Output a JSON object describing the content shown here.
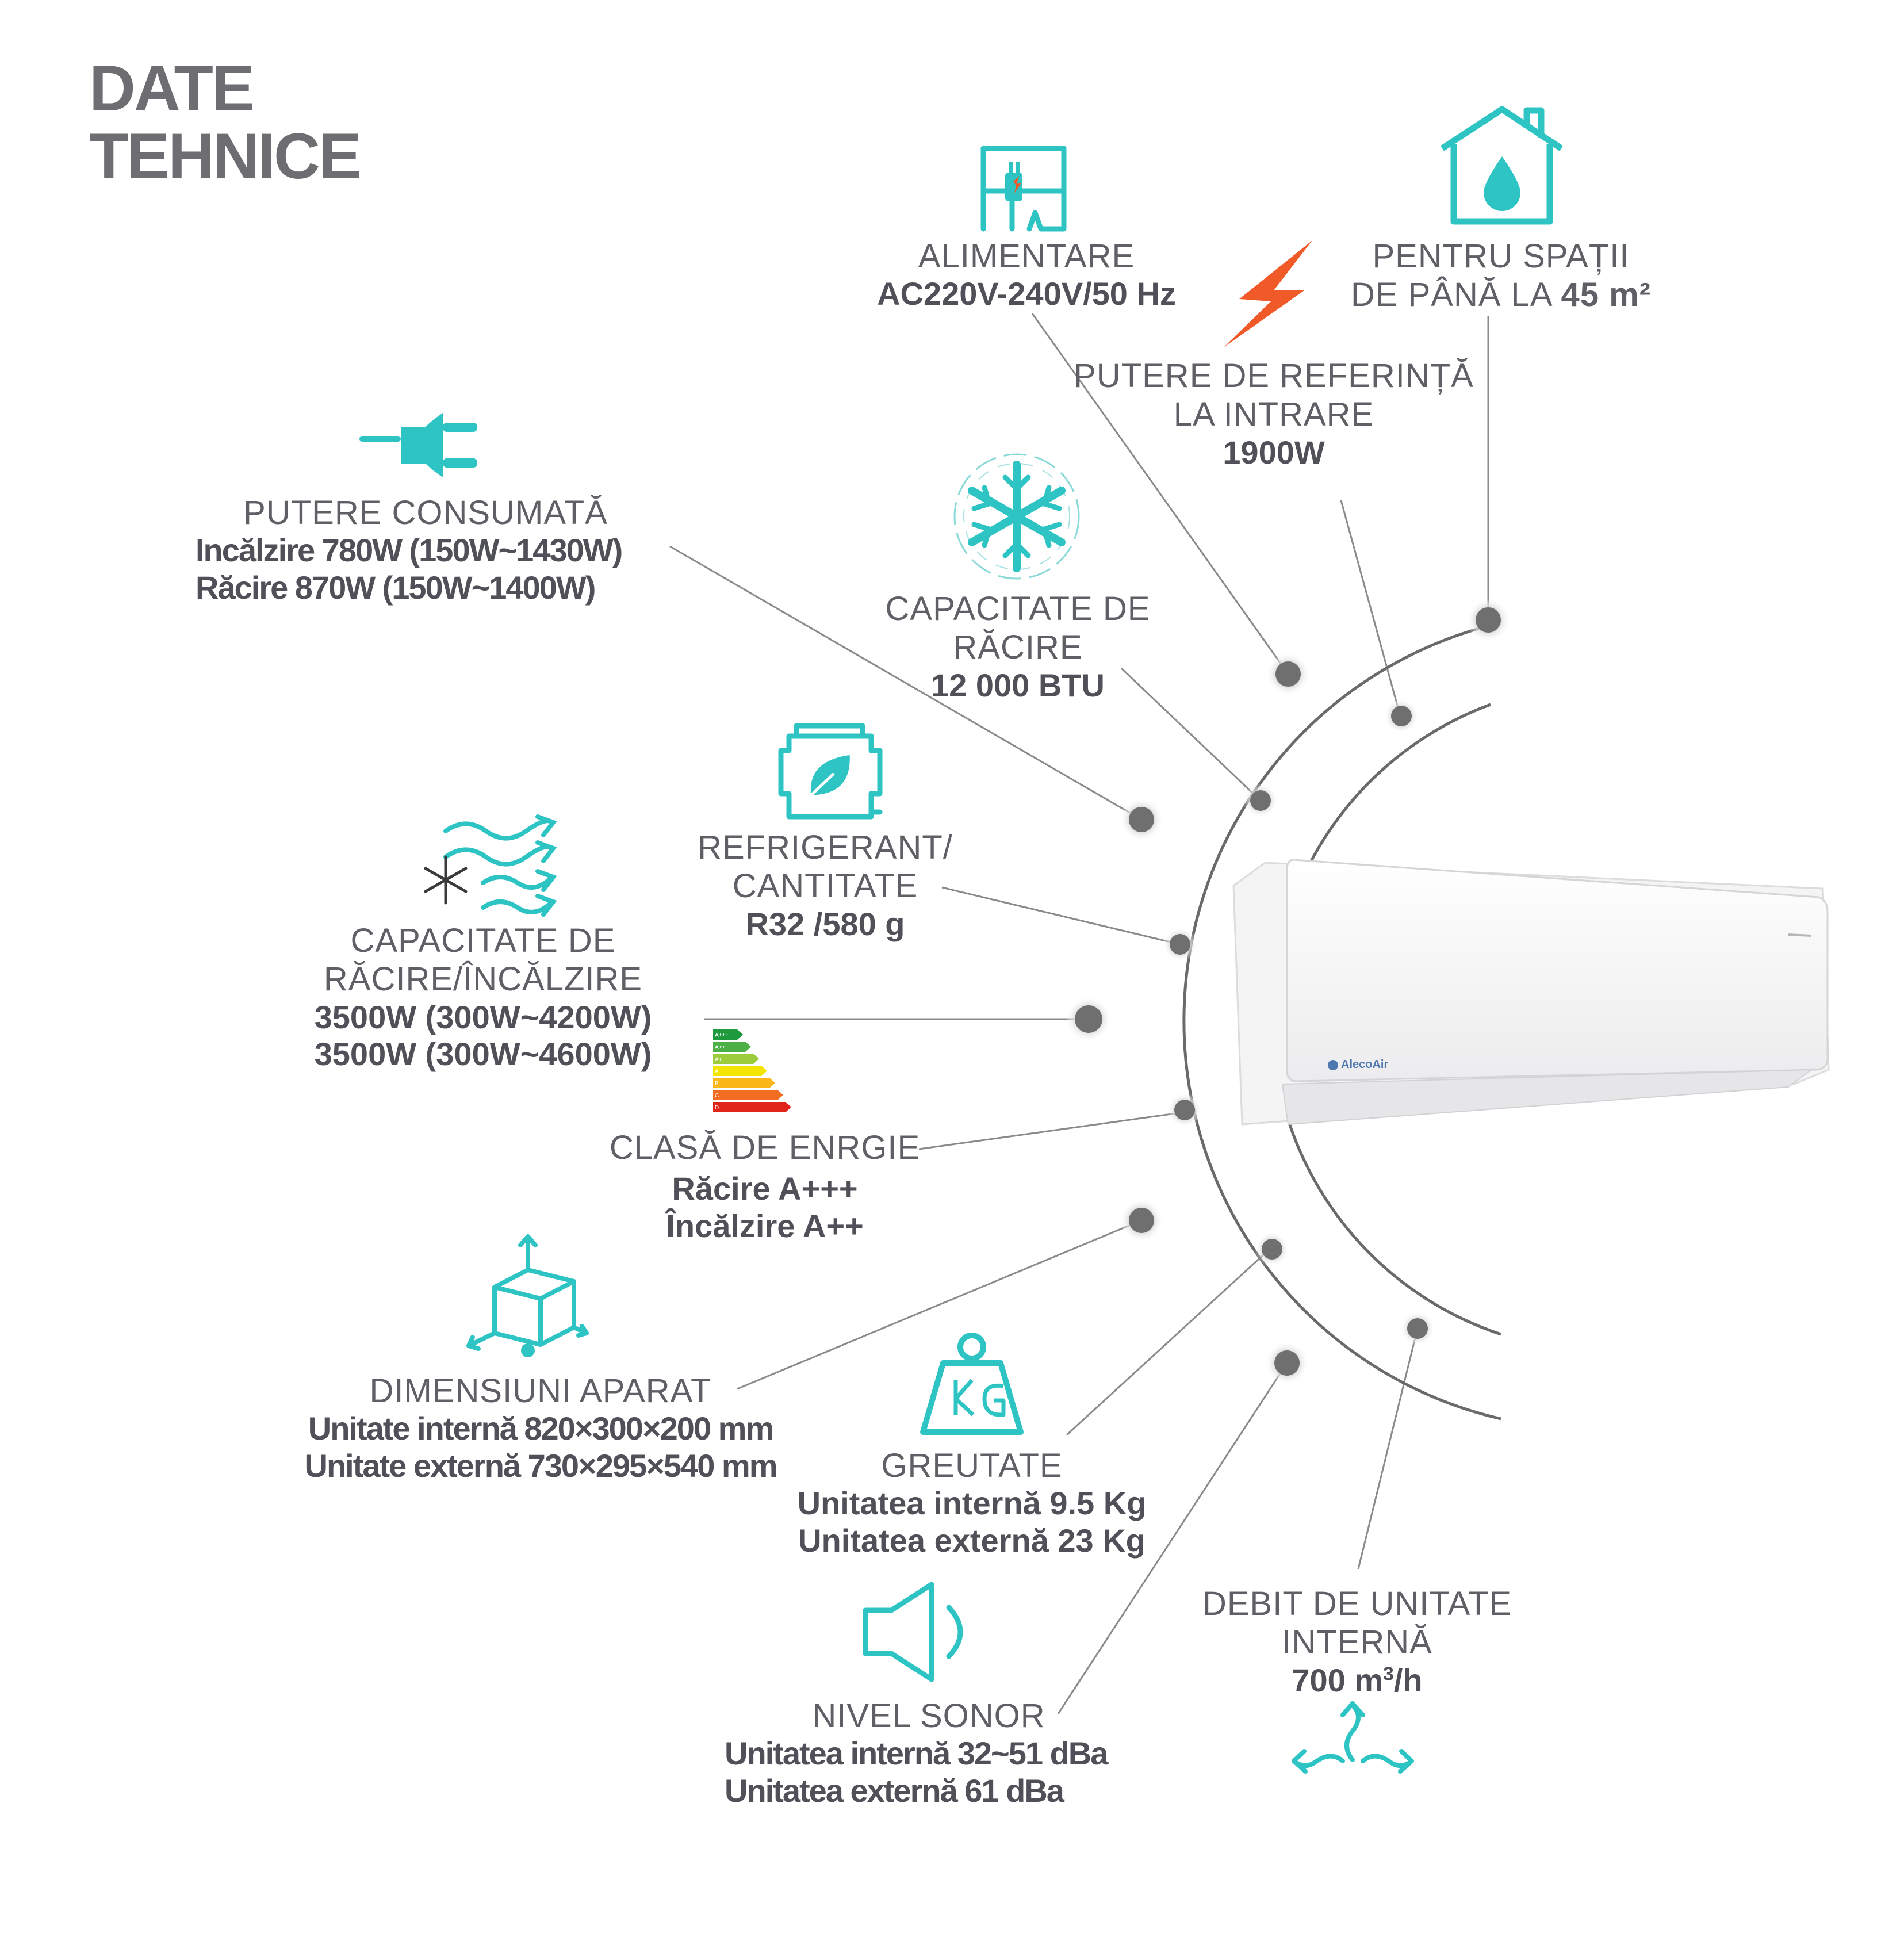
{
  "heading": {
    "line1": "DATE",
    "line2": "TEHNICE"
  },
  "accent_color": "#2fc4c4",
  "bolt_color": "#f05a28",
  "line_color": "#8a8a8a",
  "specs": {
    "power_consumed": {
      "icon": "plug-icon",
      "title": "PUTERE CONSUMATĂ",
      "line1": "Incălzire 780W (150W~1430W)",
      "line2": "Răcire 870W (150W~1400W)"
    },
    "supply": {
      "icon": "power-socket-icon",
      "title": "ALIMENTARE",
      "line1": "AC220V-240V/50 Hz"
    },
    "reference_power": {
      "icon": "lightning-bolt-icon",
      "title1": "PUTERE DE REFERINȚĂ",
      "title2": "LA INTRARE",
      "value": "1900W"
    },
    "room_size": {
      "icon": "house-water-drop-icon",
      "title": "PENTRU SPAȚII",
      "line2_prefix": "DE PÂNĂ LA ",
      "line2_value": "45 m²"
    },
    "cooling_capacity_btu": {
      "icon": "snowflake-icon",
      "title1": "CAPACITATE DE",
      "title2": "RĂCIRE",
      "value": "12 000 BTU"
    },
    "refrigerant": {
      "icon": "refrigerant-canister-icon",
      "title1": "REFRIGERANT/",
      "title2": "CANTITATE",
      "value": "R32 /580 g"
    },
    "capacity_w": {
      "icon": "airflow-snowflake-icon",
      "title1": "CAPACITATE DE",
      "title2": "RĂCIRE/ÎNCĂLZIRE",
      "value1": "3500W (300W~4200W)",
      "value2": "3500W (300W~4600W)"
    },
    "energy_class": {
      "icon": "energy-label-icon",
      "title": "CLASĂ DE ENRGIE",
      "value1": "Răcire A+++",
      "value2": "Încălzire A++"
    },
    "dimensions": {
      "icon": "box-dimensions-icon",
      "title": "DIMENSIUNI APARAT",
      "value1": "Unitate internă 820×300×200 mm",
      "value2": "Unitate externă 730×295×540 mm"
    },
    "weight": {
      "icon": "kg-weight-icon",
      "title": "GREUTATE",
      "value1": "Unitatea internă 9.5 Kg",
      "value2": "Unitatea externă 23 Kg"
    },
    "noise": {
      "icon": "speaker-icon",
      "title": "NIVEL SONOR",
      "value1": "Unitatea internă 32~51 dBa",
      "value2": "Unitatea externă 61 dBa"
    },
    "airflow": {
      "icon": "airflow-arrows-icon",
      "title1": "DEBIT DE UNITATE",
      "title2": "INTERNĂ",
      "value_prefix": "700 m",
      "value_sup": "3",
      "value_suffix": "/h"
    }
  },
  "energy_scale": [
    "A+++",
    "A++",
    "A+",
    "A",
    "B",
    "C",
    "D"
  ],
  "energy_colors": [
    "#1e9a3c",
    "#4cb047",
    "#9ccb3b",
    "#f3e500",
    "#fbb718",
    "#f26c21",
    "#e1251b"
  ],
  "product": {
    "brand": "AlecoAir"
  }
}
